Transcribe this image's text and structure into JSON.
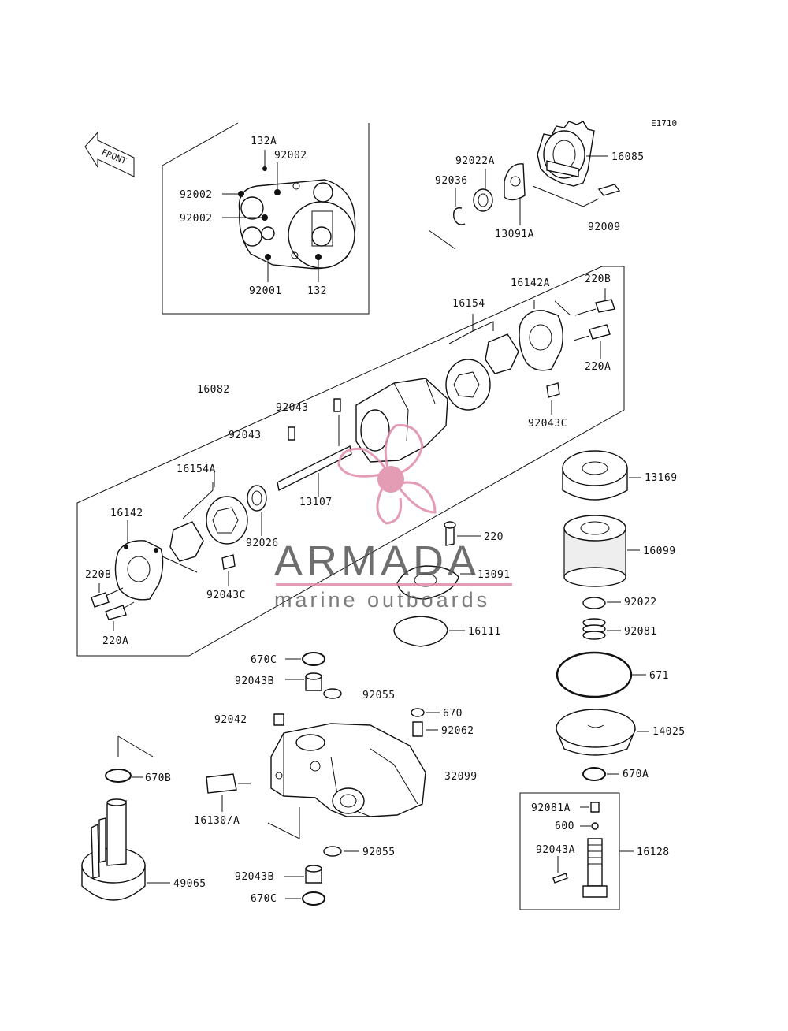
{
  "diagram_code": "E1710",
  "front_label": "FRONT",
  "watermark": {
    "title": "ARMADA",
    "subtitle": "marine outboards",
    "accent_color": "#e08aa8"
  },
  "labels": {
    "l_132A": "132A",
    "l_92002_a": "92002",
    "l_92002_b": "92002",
    "l_92002_c": "92002",
    "l_92001": "92001",
    "l_132": "132",
    "l_92022A": "92022A",
    "l_92036": "92036",
    "l_16085": "16085",
    "l_13091A": "13091A",
    "l_92009": "92009",
    "l_16142A": "16142A",
    "l_220B_top": "220B",
    "l_16154": "16154",
    "l_220A_top": "220A",
    "l_16082": "16082",
    "l_92043C_top": "92043C",
    "l_92043_a": "92043",
    "l_92043_b": "92043",
    "l_16154A": "16154A",
    "l_13169": "13169",
    "l_13107": "13107",
    "l_16142": "16142",
    "l_92026": "92026",
    "l_220": "220",
    "l_16099": "16099",
    "l_13091": "13091",
    "l_220B_bot": "220B",
    "l_92043C_bot": "92043C",
    "l_220A_bot": "220A",
    "l_92022": "92022",
    "l_16111": "16111",
    "l_92081": "92081",
    "l_670C_top": "670C",
    "l_671": "671",
    "l_92043B_top": "92043B",
    "l_92055_top": "92055",
    "l_670": "670",
    "l_14025": "14025",
    "l_92042": "92042",
    "l_92062": "92062",
    "l_670A": "670A",
    "l_32099": "32099",
    "l_670B": "670B",
    "l_92081A": "92081A",
    "l_600": "600",
    "l_16130A": "16130/A",
    "l_92043A": "92043A",
    "l_16128": "16128",
    "l_92055_bot": "92055",
    "l_49065": "49065",
    "l_92043B_bot": "92043B",
    "l_670C_bot": "670C"
  }
}
